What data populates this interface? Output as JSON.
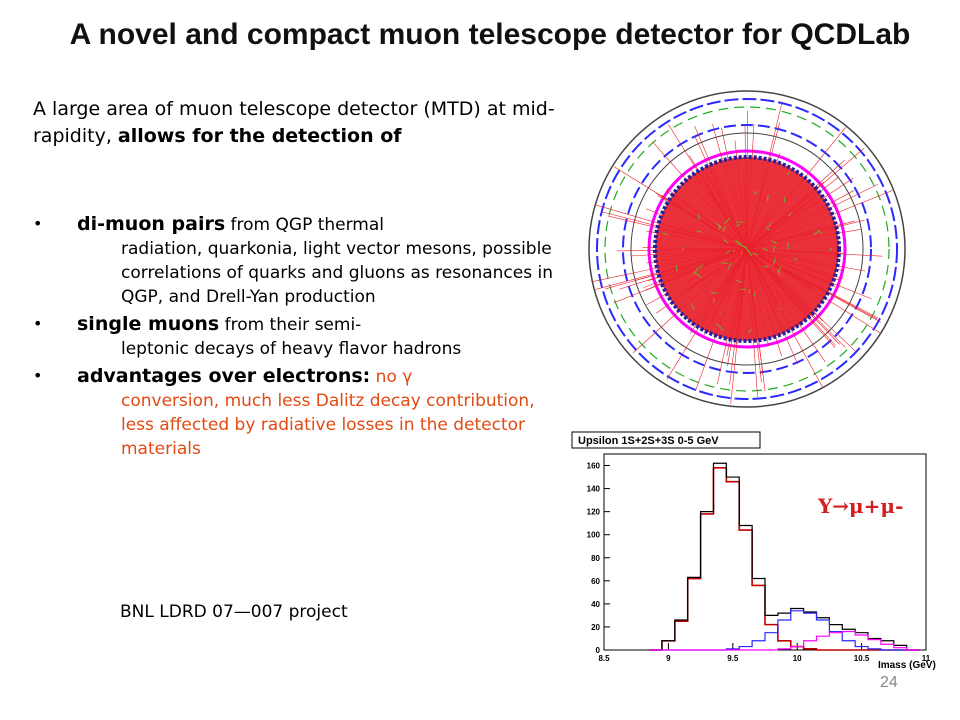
{
  "slide": {
    "title": "A novel and compact muon telescope detector for QCDLab",
    "intro_part1": "A large area of muon telescope detector (MTD) at mid-rapidity, ",
    "intro_part2": "allows for the detection of",
    "bullet1_lead": "di-muon pairs",
    "bullet1_text": " from QGP thermal",
    "bullet1_cont": "radiation, quarkonia, light vector mesons, possible correlations of quarks and gluons as resonances in QGP, and Drell-Yan production",
    "bullet2_lead": "single muons",
    "bullet2_text": " from their semi-",
    "bullet2_cont": "leptonic decays of heavy flavor hadrons",
    "bullet3_lead": "advantages over electrons:",
    "bullet3_text": " no γ",
    "bullet3_cont": "conversion, much less Dalitz decay contribution, less affected by radiative losses in the detector materials",
    "project": "BNL LDRD 07—007 project",
    "page_number": "24",
    "bullet_glyph": "•"
  },
  "colors": {
    "red_text": "#e24a12",
    "dark_red": "#c00000",
    "magenta": "#ff00ff",
    "blue": "#2a2aff",
    "green": "#22aa22"
  },
  "chart_data": {
    "type": "line",
    "title": "Upsilon 1S+2S+3S 0-5 GeV",
    "xlabel": "Imass (GeV)",
    "ylabel": "",
    "xlim": [
      8.5,
      11
    ],
    "ylim": [
      0,
      170
    ],
    "xticks": [
      "8.5",
      "9",
      "9.5",
      "10",
      "10.5",
      "11"
    ],
    "yticks": [
      "0",
      "20",
      "40",
      "60",
      "80",
      "100",
      "120",
      "140",
      "160"
    ],
    "annotation": "Υ→μ+μ-",
    "x": [
      8.9,
      9.0,
      9.1,
      9.2,
      9.3,
      9.4,
      9.5,
      9.6,
      9.7,
      9.8,
      9.9,
      10.0,
      10.1,
      10.2,
      10.3,
      10.4,
      10.5,
      10.6,
      10.7,
      10.8,
      10.9
    ],
    "series": [
      {
        "values": [
          0,
          8,
          25,
          62,
          118,
          158,
          146,
          104,
          56,
          22,
          8,
          3,
          1,
          0,
          0,
          0,
          0,
          0,
          0,
          0,
          0
        ]
      },
      {
        "values": [
          0,
          8,
          26,
          63,
          120,
          162,
          150,
          108,
          62,
          30,
          32,
          36,
          33,
          28,
          22,
          18,
          15,
          10,
          8,
          4,
          0
        ]
      },
      {
        "values": [
          0,
          0,
          0,
          0,
          0,
          0,
          1,
          3,
          8,
          15,
          26,
          34,
          32,
          26,
          16,
          8,
          3,
          1,
          0,
          0,
          0
        ]
      },
      {
        "values": [
          0,
          0,
          0,
          0,
          0,
          0,
          0,
          0,
          0,
          0,
          1,
          3,
          8,
          12,
          15,
          16,
          13,
          9,
          5,
          2,
          0
        ]
      }
    ]
  }
}
